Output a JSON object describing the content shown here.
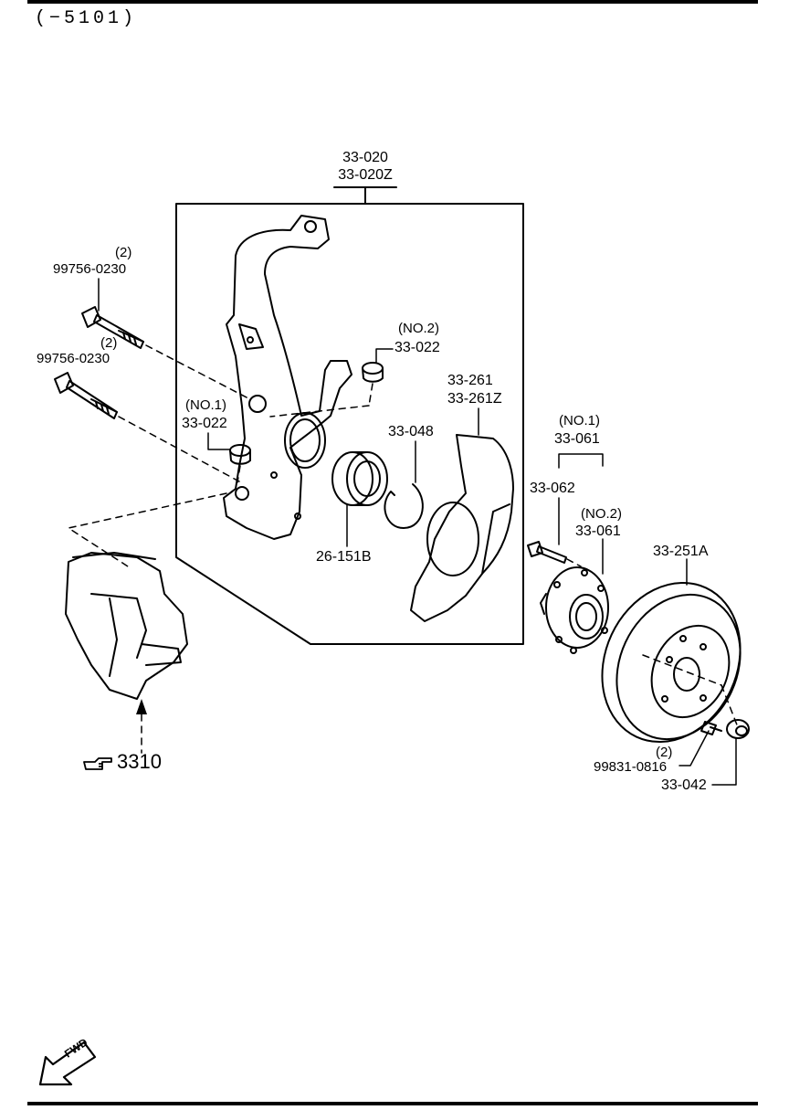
{
  "page_code": "(−5101)",
  "knuckle": {
    "part_no_1": "33-020",
    "part_no_2": "33-020Z"
  },
  "bolt_upper": {
    "qty": "(2)",
    "part_no": "99756-0230"
  },
  "bolt_lower": {
    "qty": "(2)",
    "part_no": "99756-0230"
  },
  "bushing_no2": {
    "variant": "(NO.2)",
    "part_no": "33-022"
  },
  "bushing_no1": {
    "variant": "(NO.1)",
    "part_no": "33-022"
  },
  "dust_cover": {
    "part_no_1": "33-261",
    "part_no_2": "33-261Z"
  },
  "snap_ring": {
    "part_no": "33-048"
  },
  "bearing": {
    "part_no": "26-151B"
  },
  "hub_bolt_no1": {
    "variant": "(NO.1)",
    "part_no": "33-061"
  },
  "hub_bolt_no2": {
    "variant": "(NO.2)",
    "part_no": "33-061"
  },
  "hub": {
    "part_no": "33-062"
  },
  "disc": {
    "part_no": "33-251A"
  },
  "screw": {
    "qty": "(2)",
    "part_no": "99831-0816"
  },
  "lock_nut": {
    "part_no": "33-042"
  },
  "caliper_ref": {
    "page_ref": "3310",
    "icon": "pointing-hand-icon"
  },
  "fwd_arrow": {
    "label": "FWD",
    "icon": "forward-arrow-icon"
  }
}
